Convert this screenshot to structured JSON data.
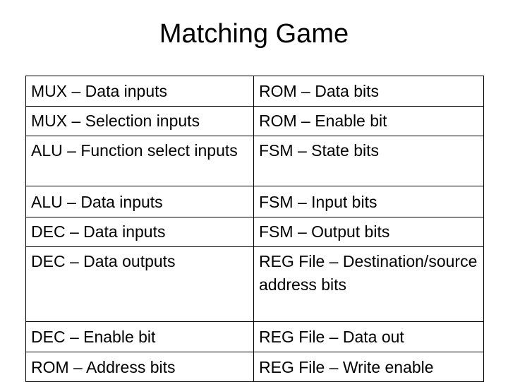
{
  "title": "Matching Game",
  "table": {
    "rows": [
      {
        "left": "MUX – Data inputs",
        "right": "ROM – Data bits"
      },
      {
        "left": "MUX – Selection inputs",
        "right": "ROM – Enable bit"
      },
      {
        "left": "ALU – Function select inputs",
        "right": "FSM – State bits"
      },
      {
        "left": "ALU – Data inputs",
        "right": "FSM – Input bits"
      },
      {
        "left": "DEC – Data inputs",
        "right": "FSM – Output bits"
      },
      {
        "left": "DEC – Data outputs",
        "right": "REG File – Destination/source address bits"
      },
      {
        "left": "DEC – Enable bit",
        "right": "REG File – Data out"
      },
      {
        "left": "ROM – Address bits",
        "right": "REG File – Write enable"
      }
    ]
  }
}
